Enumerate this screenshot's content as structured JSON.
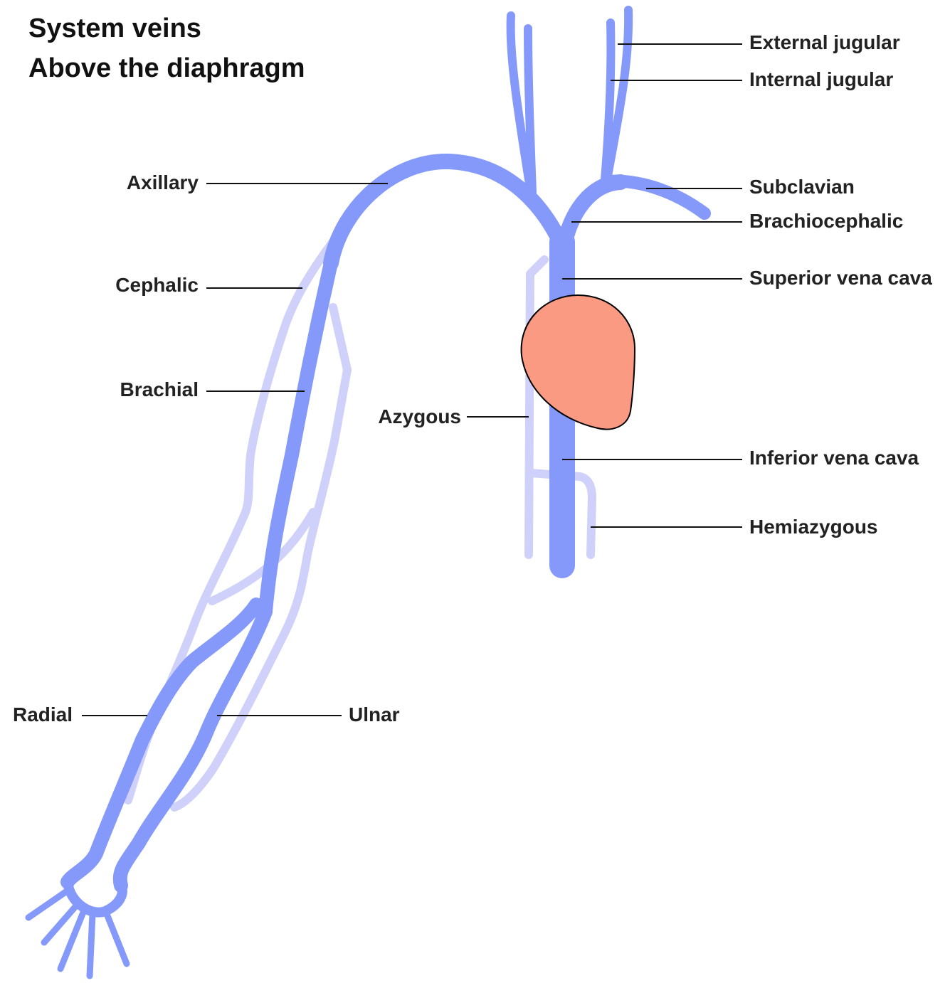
{
  "title": {
    "line1": "System veins",
    "line2": "Above the diaphragm"
  },
  "colors": {
    "deep_vein": "#8599fb",
    "superficial_vein": "#cfd1fb",
    "heart": "#fb9a82",
    "label_text": "#222222",
    "leader_line": "#111111"
  },
  "labels": {
    "external_jugular": "External jugular",
    "internal_jugular": "Internal jugular",
    "subclavian": "Subclavian",
    "brachiocephalic": "Brachiocephalic",
    "superior_vena_cava": "Superior vena cava",
    "inferior_vena_cava": "Inferior vena cava",
    "hemiazygous": "Hemiazygous",
    "azygous": "Azygous",
    "axillary": "Axillary",
    "cephalic": "Cephalic",
    "brachial": "Brachial",
    "radial": "Radial",
    "ulnar": "Ulnar"
  }
}
